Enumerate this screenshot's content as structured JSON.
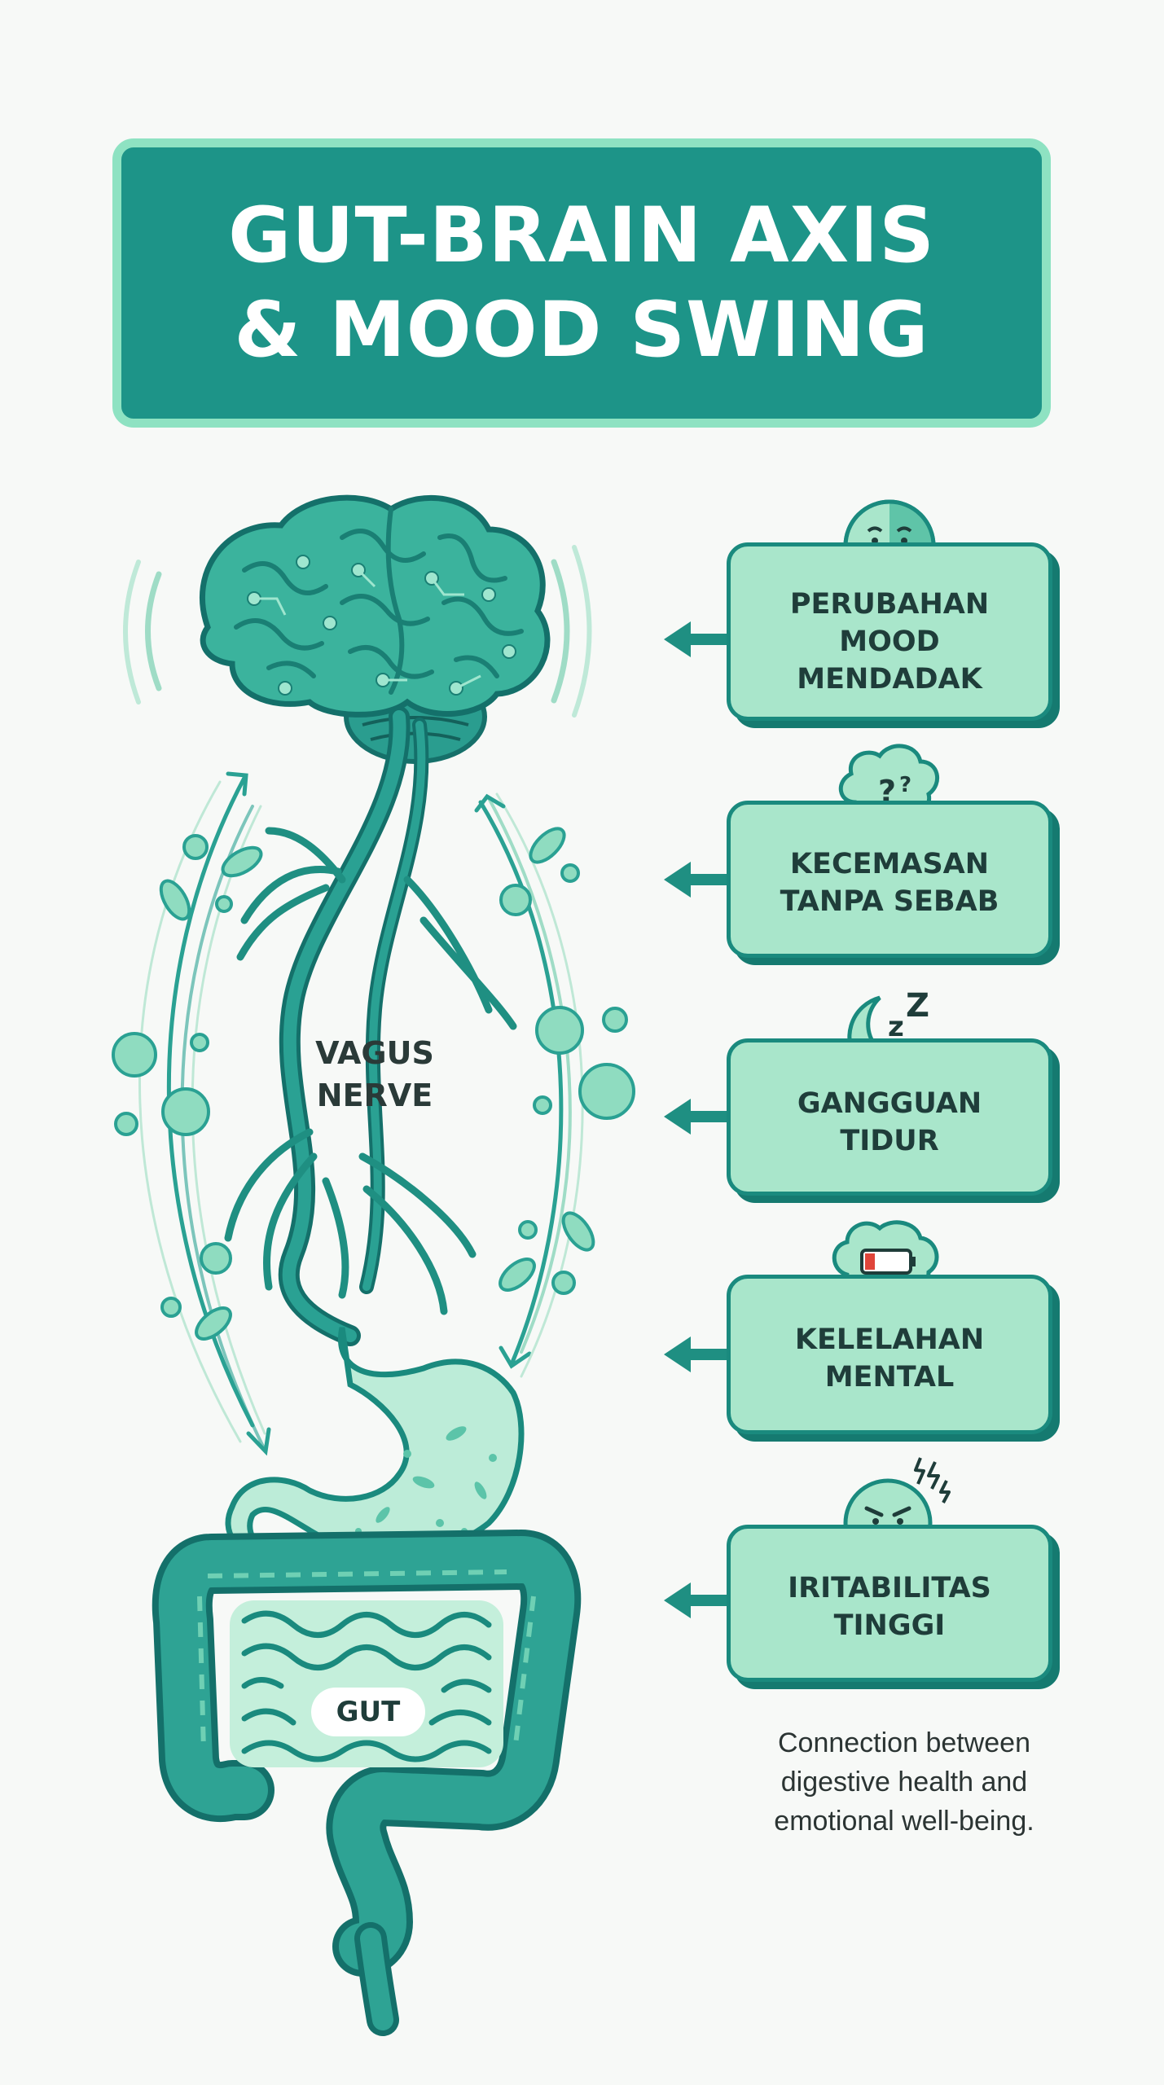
{
  "title": {
    "line1": "GUT-BRAIN AXIS",
    "line2": "& MOOD SWING"
  },
  "labels": {
    "vagus_nerve": "VAGUS\nNERVE",
    "gut": "GUT"
  },
  "symptoms": [
    {
      "label": "PERUBAHAN\nMOOD\nMENDADAK",
      "icon": "sad-face-icon"
    },
    {
      "label": "KECEMASAN\nTANPA SEBAB",
      "icon": "question-thought-bubble-icon"
    },
    {
      "label": "GANGGUAN\nTIDUR",
      "icon": "crescent-moon-zz-icon"
    },
    {
      "label": "KELELAHAN\nMENTAL",
      "icon": "brain-low-battery-icon"
    },
    {
      "label": "IRITABILITAS\nTINGGI",
      "icon": "angry-face-icon"
    }
  ],
  "caption": "Connection between\ndigestive health and\nemotional well-being.",
  "colors": {
    "background": "#f7f9f7",
    "banner": "#1d9488",
    "banner_border": "#8ee2c2",
    "card_fill": "#a9e6cb",
    "card_border": "#1a8a7e",
    "organ_dark": "#1f8f82",
    "organ_light": "#7fd8b8",
    "text_dark": "#1f3d3a"
  }
}
